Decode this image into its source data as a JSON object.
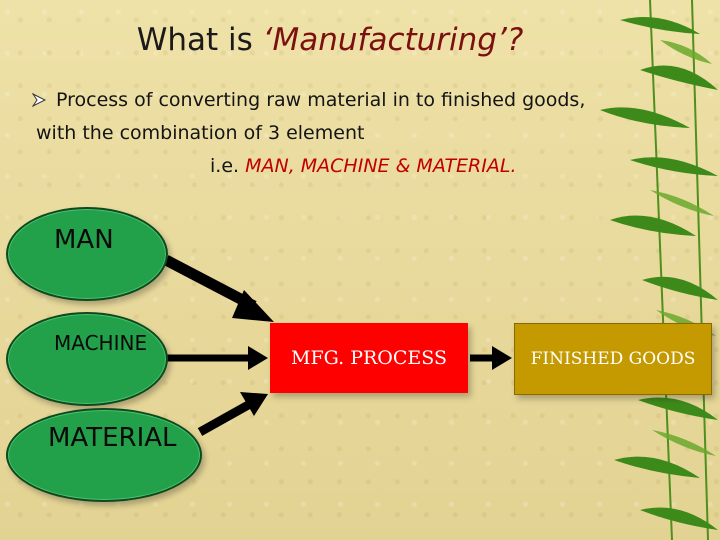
{
  "slide": {
    "title_prefix": "What is ",
    "title_term": "‘Manufacturing’?",
    "bullet_line1": "Process of converting raw material in to finished goods,",
    "bullet_line2": "with the combination of 3 element",
    "bullet_line3_prefix": "i.e. ",
    "bullet_line3_elements": "MAN, MACHINE & MATERIAL."
  },
  "diagram": {
    "inputs": [
      "MAN",
      "MACHINE",
      "MATERIAL"
    ],
    "process": "MFG. PROCESS",
    "output": "FINISHED GOODS"
  },
  "colors": {
    "background": "#eadca0",
    "input_oval": "#23a04a",
    "process_box": "#ff0000",
    "output_box": "#c59a00",
    "highlight_text": "#c00000"
  },
  "icons": {
    "bullet": "arrowhead-bullet-icon",
    "decoration": "bamboo-leaves"
  }
}
